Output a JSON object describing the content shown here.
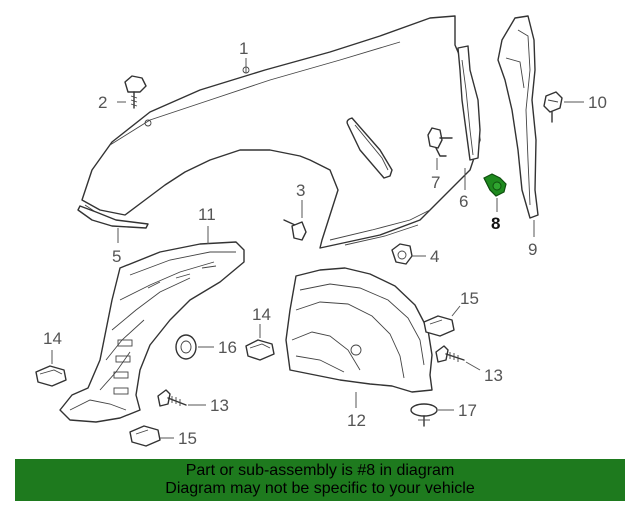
{
  "callouts": {
    "c1": "1",
    "c2": "2",
    "c3": "3",
    "c4": "4",
    "c5": "5",
    "c6": "6",
    "c7": "7",
    "c8": "8",
    "c9": "9",
    "c10": "10",
    "c11": "11",
    "c12": "12",
    "c13a": "13",
    "c13b": "13",
    "c14a": "14",
    "c14b": "14",
    "c15a": "15",
    "c15b": "15",
    "c16": "16",
    "c17": "17"
  },
  "highlight_color": "#1e7a1e",
  "banner": {
    "line1": "Part or sub-assembly is #8 in diagram",
    "line2": "Diagram may not be specific to your vehicle"
  }
}
